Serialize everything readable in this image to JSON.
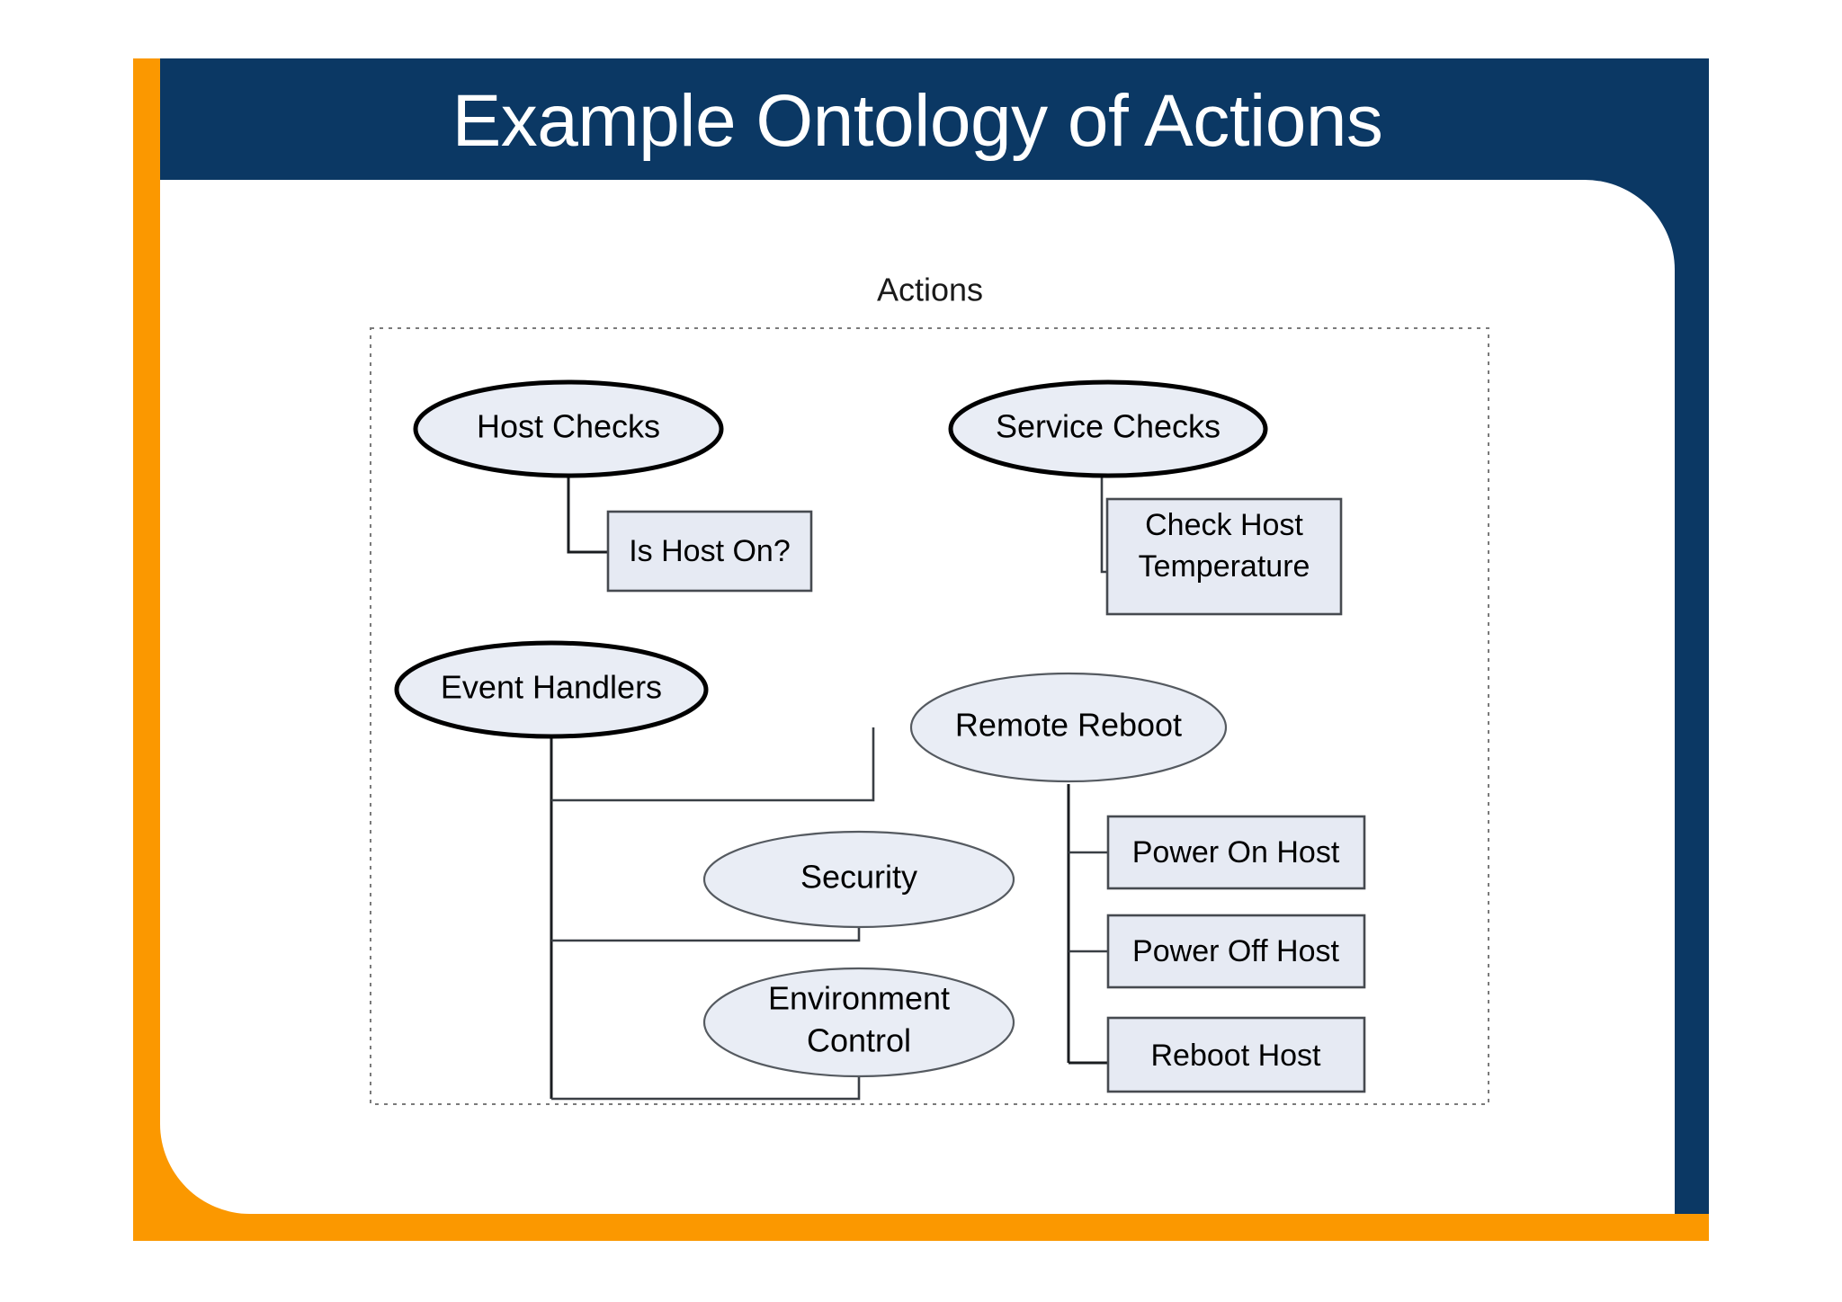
{
  "slide": {
    "title": "Example Ontology of Actions",
    "colors": {
      "navy": "#0b3864",
      "orange": "#fb9800",
      "node_fill": "#e9edf5",
      "box_fill": "#e6eaf3",
      "page_background": "#ffffff",
      "title_text": "#ffffff"
    }
  },
  "diagram": {
    "type": "ontology-tree",
    "group_title": "Actions",
    "nodes": [
      {
        "id": "host-checks",
        "label": "Host Checks",
        "shape": "ellipse",
        "emphasis": "thick"
      },
      {
        "id": "service-checks",
        "label": "Service Checks",
        "shape": "ellipse",
        "emphasis": "thick"
      },
      {
        "id": "event-handlers",
        "label": "Event Handlers",
        "shape": "ellipse",
        "emphasis": "thick"
      },
      {
        "id": "remote-reboot",
        "label": "Remote Reboot",
        "shape": "ellipse",
        "emphasis": "thin"
      },
      {
        "id": "security",
        "label": "Security",
        "shape": "ellipse",
        "emphasis": "thin"
      },
      {
        "id": "environment-control",
        "label_line1": "Environment",
        "label_line2": "Control",
        "label": "Environment Control",
        "shape": "ellipse",
        "emphasis": "thin"
      },
      {
        "id": "is-host-on",
        "label": "Is Host On?",
        "shape": "box"
      },
      {
        "id": "check-host-temperature",
        "label_line1": "Check Host",
        "label_line2": "Temperature",
        "label": "Check Host Temperature",
        "shape": "box"
      },
      {
        "id": "power-on-host",
        "label": "Power On Host",
        "shape": "box"
      },
      {
        "id": "power-off-host",
        "label": "Power Off Host",
        "shape": "box"
      },
      {
        "id": "reboot-host",
        "label": "Reboot Host",
        "shape": "box"
      }
    ],
    "edges": [
      {
        "from": "host-checks",
        "to": "is-host-on"
      },
      {
        "from": "service-checks",
        "to": "check-host-temperature"
      },
      {
        "from": "event-handlers",
        "to": "remote-reboot"
      },
      {
        "from": "event-handlers",
        "to": "security"
      },
      {
        "from": "event-handlers",
        "to": "environment-control"
      },
      {
        "from": "remote-reboot",
        "to": "power-on-host"
      },
      {
        "from": "remote-reboot",
        "to": "power-off-host"
      },
      {
        "from": "remote-reboot",
        "to": "reboot-host"
      }
    ]
  }
}
